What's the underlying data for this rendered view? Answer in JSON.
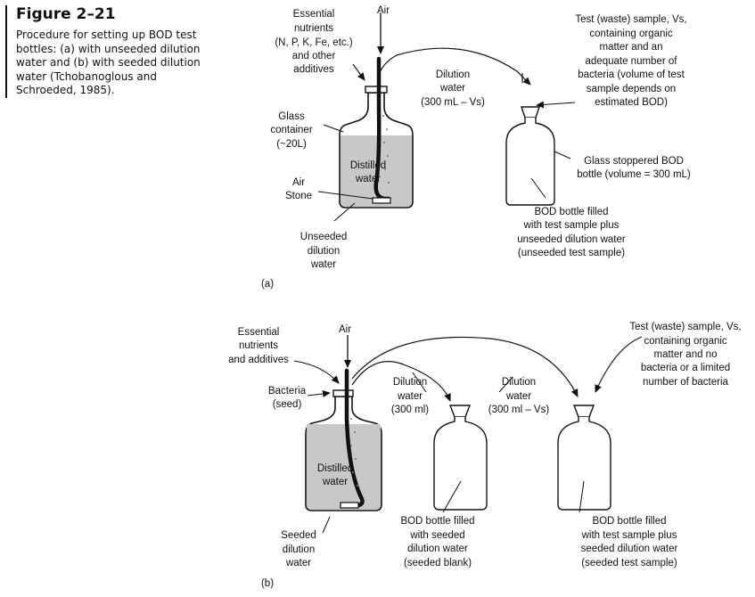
{
  "caption": {
    "title": "Figure 2–21",
    "description": "Procedure for setting up BOD test bottles: (a) with unseeded dilution water and (b) with seeded dilution water (Tchobanoglous and Schroeded, 1985)."
  },
  "panel_a": {
    "label": "(a)",
    "nutrients": [
      "Essential",
      "nutrients",
      "(N, P, K, Fe, etc.)",
      "and other",
      "additives"
    ],
    "air": "Air",
    "dilution_water": [
      "Dilution",
      "water",
      "(300 mL – Vs)"
    ],
    "test_sample": [
      "Test (waste) sample, Vs,",
      "containing organic",
      "matter and an",
      "adequate number of",
      "bacteria (volume of test",
      "sample depends on",
      "estimated BOD)"
    ],
    "glass_container": [
      "Glass",
      "container",
      "(~20L)"
    ],
    "distilled_water": [
      "Distilled",
      "water"
    ],
    "air_stone": [
      "Air",
      "Stone"
    ],
    "unseeded_dilution": [
      "Unseeded",
      "dilution",
      "water"
    ],
    "glass_stoppered": [
      "Glass stoppered BOD",
      "bottle (volume = 300 mL)"
    ],
    "bod_filled": [
      "BOD bottle filled",
      "with test sample plus",
      "unseeded dilution water",
      "(unseeded test sample)"
    ]
  },
  "panel_b": {
    "label": "(b)",
    "nutrients": [
      "Essential",
      "nutrients",
      "and additives"
    ],
    "air": "Air",
    "bacteria": [
      "Bacteria",
      "(seed)"
    ],
    "dilution_1": [
      "Dilution",
      "water",
      "(300 ml)"
    ],
    "dilution_2": [
      "Dilution",
      "water",
      "(300 ml – Vs)"
    ],
    "test_sample": [
      "Test (waste) sample, Vs,",
      "containing organic",
      "matter and no",
      "bacteria or a limited",
      "number of bacteria"
    ],
    "distilled_water": [
      "Distilled",
      "water"
    ],
    "seeded_dilution": [
      "Seeded",
      "dilution",
      "water"
    ],
    "blank_bottle": [
      "BOD bottle filled",
      "with seeded",
      "dilution water",
      "(seeded blank)"
    ],
    "sample_bottle": [
      "BOD bottle filled",
      "with test sample plus",
      "seeded dilution water",
      "(seeded test sample)"
    ]
  }
}
